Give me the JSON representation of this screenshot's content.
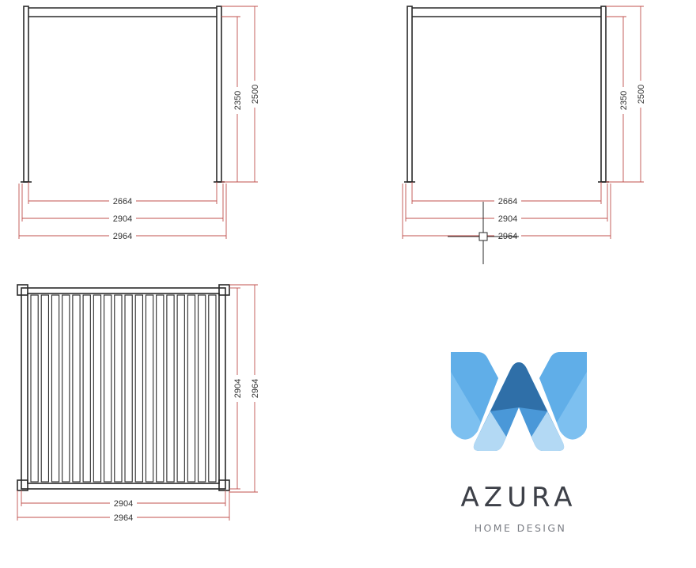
{
  "colors": {
    "structure": "#2a2a2a",
    "dimension": "#c0504d",
    "logo_light": "#7dc0f0",
    "logo_mid": "#4a98d8",
    "logo_dark": "#2f6fa8",
    "brand_text": "#3d4048"
  },
  "front_view": {
    "height_inner": "2350",
    "height_outer": "2500",
    "width_inner": "2664",
    "width_mid": "2904",
    "width_outer": "2964"
  },
  "side_view": {
    "height_inner": "2350",
    "height_outer": "2500",
    "width_inner": "2664",
    "width_mid": "2904",
    "width_outer": "2964"
  },
  "top_view": {
    "depth_inner": "2904",
    "depth_outer": "2964",
    "width_inner": "2904",
    "width_outer": "2964",
    "louver_count": 18
  },
  "logo": {
    "icon": "azura-chevron-logo-icon",
    "name": "AZURA",
    "tagline": "HOME DESIGN"
  }
}
